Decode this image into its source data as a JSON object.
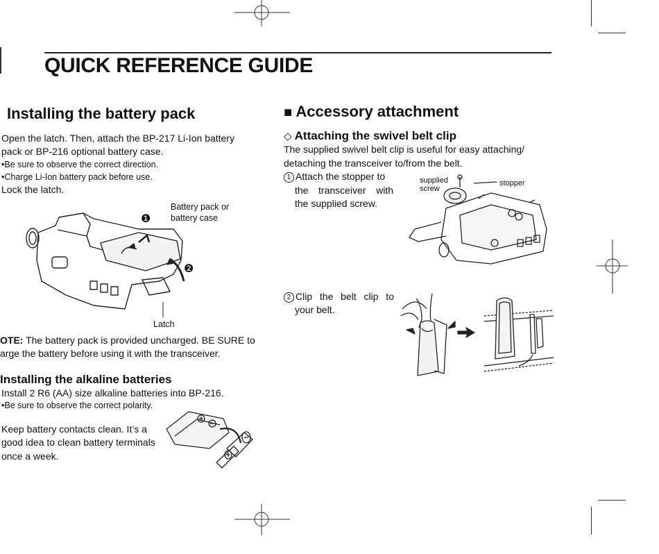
{
  "page": {
    "title": "QUICK REFERENCE GUIDE"
  },
  "left": {
    "battery_heading": "Installing the battery pack",
    "battery_p1_line1": "Open the latch. Then, attach the BP-217 Li-Ion battery",
    "battery_p1_line2": "pack or BP-216 optional battery case.",
    "bullet1": "•Be sure to observe the correct direction.",
    "bullet2": "•Charge Li-Ion battery pack before use.",
    "lock": "Lock the latch.",
    "fig_label_pack_1": "Battery pack or",
    "fig_label_pack_2": "battery case",
    "step1_marker": "❶",
    "step2_marker": "❷",
    "latch_label": "Latch",
    "note_bold": "OTE:",
    "note_line1_rest": " The battery pack is provided uncharged. BE SURE to",
    "note_line2": "arge the battery before using it with the transceiver.",
    "alk_heading": "Installing the alkaline batteries",
    "alk_line1": "Install 2 R6 (AA) size alkaline batteries into BP-216.",
    "alk_bullet": "•Be sure to observe the correct polarity.",
    "keep_line1": "Keep battery contacts clean. It’s a",
    "keep_line2": "good idea to clean battery terminals",
    "keep_line3": "once a week."
  },
  "right": {
    "heading_square": "■",
    "heading": "Accessory attachment",
    "sub_diamond": "◇",
    "sub_heading": "Attaching the swivel belt clip",
    "intro_line1": "The supplied swivel belt clip is useful for easy attaching/",
    "intro_line2": "detaching the transceiver to/from the belt.",
    "step1_num": "1",
    "step1_line1": "Attach the stopper to",
    "step1_line2": "the transceiver with",
    "step1_line3": "the supplied screw.",
    "label_supplied": "supplied",
    "label_screw": "screw",
    "label_stopper": "stopper",
    "step2_num": "2",
    "step2_line1": "Clip the belt clip to",
    "step2_line2": "your belt."
  }
}
